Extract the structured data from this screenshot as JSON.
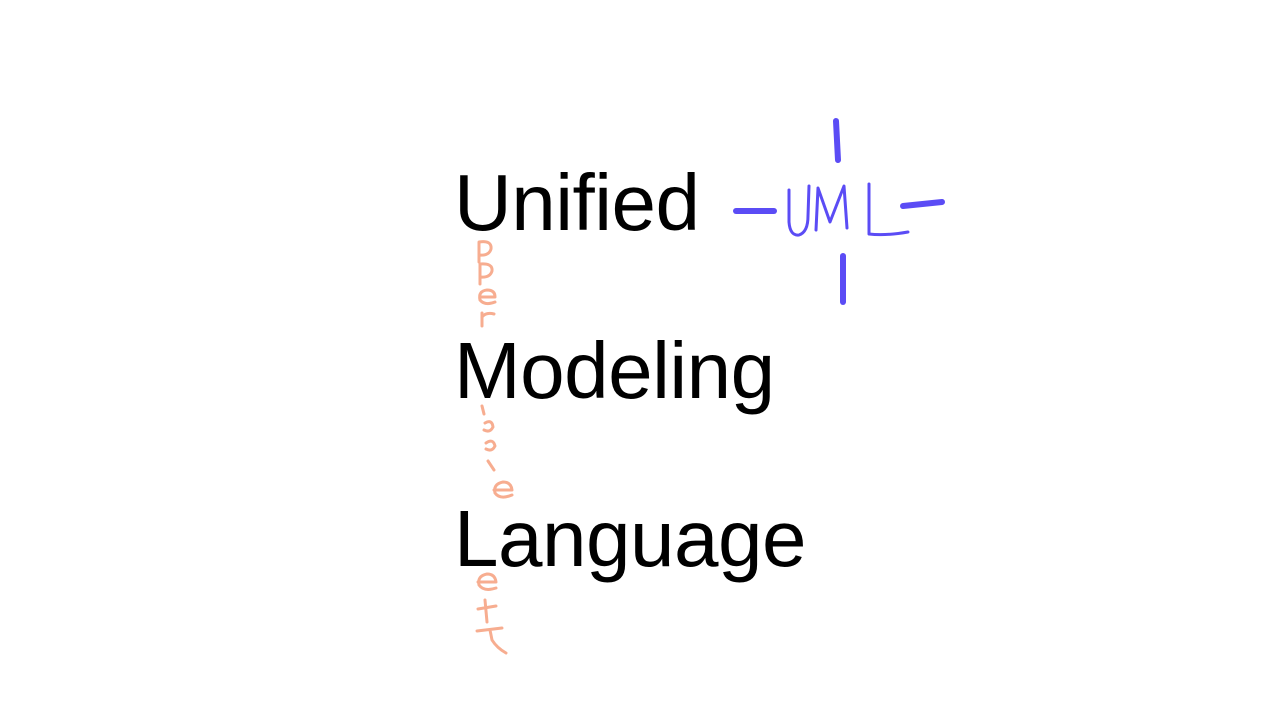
{
  "slide": {
    "words": [
      "Unified",
      "Modeling",
      "Language"
    ]
  },
  "annotations": {
    "acronym": "UML",
    "acronym_color": "#5b4cf5",
    "margin_note_color": "#f7ad90"
  }
}
